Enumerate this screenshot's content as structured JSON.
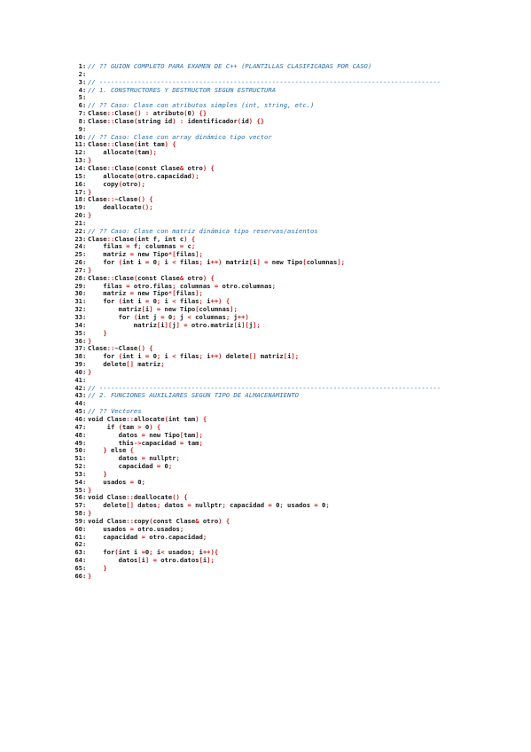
{
  "document": {
    "lines": [
      {
        "n": "1",
        "t": "// ?? GUION COMPLETO PARA EXAMEN DE C++ (PLANTILLAS CLASIFICADAS POR CASO)"
      },
      {
        "n": "2",
        "t": ""
      },
      {
        "n": "3",
        "t": "// -----------------------------------------------------------------------------------------"
      },
      {
        "n": "4",
        "t": "// 1. CONSTRUCTORES Y DESTRUCTOR SEGÚN ESTRUCTURA"
      },
      {
        "n": "5",
        "t": ""
      },
      {
        "n": "6",
        "t": "// ?? Caso: Clase con atributos simples (int, string, etc.)"
      },
      {
        "n": "7",
        "t": "Clase::Clase() : atributo(0) {}"
      },
      {
        "n": "8",
        "t": "Clase::Clase(string id) : identificador(id) {}"
      },
      {
        "n": "9",
        "t": ""
      },
      {
        "n": "10",
        "t": "// ?? Caso: Clase con array dinámico tipo vector"
      },
      {
        "n": "11",
        "t": "Clase::Clase(int tam) {"
      },
      {
        "n": "12",
        "t": "    allocate(tam);"
      },
      {
        "n": "13",
        "t": "}"
      },
      {
        "n": "14",
        "t": "Clase::Clase(const Clase& otro) {"
      },
      {
        "n": "15",
        "t": "    allocate(otro.capacidad);"
      },
      {
        "n": "16",
        "t": "    copy(otro);"
      },
      {
        "n": "17",
        "t": "}"
      },
      {
        "n": "18",
        "t": "Clase::~Clase() {"
      },
      {
        "n": "19",
        "t": "    deallocate();"
      },
      {
        "n": "20",
        "t": "}"
      },
      {
        "n": "21",
        "t": ""
      },
      {
        "n": "22",
        "t": "// ?? Caso: Clase con matriz dinámica tipo reservas/asientos"
      },
      {
        "n": "23",
        "t": "Clase::Clase(int f, int c) {"
      },
      {
        "n": "24",
        "t": "    filas = f; columnas = c;"
      },
      {
        "n": "25",
        "t": "    matriz = new Tipo*[filas];"
      },
      {
        "n": "26",
        "t": "    for (int i = 0; i < filas; i++) matriz[i] = new Tipo[columnas];"
      },
      {
        "n": "27",
        "t": "}"
      },
      {
        "n": "28",
        "t": "Clase::Clase(const Clase& otro) {"
      },
      {
        "n": "29",
        "t": "    filas = otro.filas; columnas = otro.columnas;"
      },
      {
        "n": "30",
        "t": "    matriz = new Tipo*[filas];"
      },
      {
        "n": "31",
        "t": "    for (int i = 0; i < filas; i++) {"
      },
      {
        "n": "32",
        "t": "        matriz[i] = new Tipo[columnas];"
      },
      {
        "n": "33",
        "t": "        for (int j = 0; j < columnas; j++)"
      },
      {
        "n": "34",
        "t": "            matriz[i][j] = otro.matriz[i][j];"
      },
      {
        "n": "35",
        "t": "    }"
      },
      {
        "n": "36",
        "t": "}"
      },
      {
        "n": "37",
        "t": "Clase::~Clase() {"
      },
      {
        "n": "38",
        "t": "    for (int i = 0; i < filas; i++) delete[] matriz[i];"
      },
      {
        "n": "39",
        "t": "    delete[] matriz;"
      },
      {
        "n": "40",
        "t": "}"
      },
      {
        "n": "41",
        "t": ""
      },
      {
        "n": "42",
        "t": "// -----------------------------------------------------------------------------------------"
      },
      {
        "n": "43",
        "t": "// 2. FUNCIONES AUXILIARES SEGÚN TIPO DE ALMACENAMIENTO"
      },
      {
        "n": "44",
        "t": ""
      },
      {
        "n": "45",
        "t": "// ?? Vectores"
      },
      {
        "n": "46",
        "t": "void Clase::allocate(int tam) {"
      },
      {
        "n": "47",
        "t": "     if (tam > 0) {"
      },
      {
        "n": "48",
        "t": "        datos = new Tipo[tam];"
      },
      {
        "n": "49",
        "t": "        this->capacidad = tam;"
      },
      {
        "n": "50",
        "t": "    } else {"
      },
      {
        "n": "51",
        "t": "        datos = nullptr;"
      },
      {
        "n": "52",
        "t": "        capacidad = 0;"
      },
      {
        "n": "53",
        "t": "    }"
      },
      {
        "n": "54",
        "t": "    usados = 0;"
      },
      {
        "n": "55",
        "t": "}"
      },
      {
        "n": "56",
        "t": "void Clase::deallocate() {"
      },
      {
        "n": "57",
        "t": "    delete[] datos; datos = nullptr; capacidad = 0; usados = 0;"
      },
      {
        "n": "58",
        "t": "}"
      },
      {
        "n": "59",
        "t": "void Clase::copy(const Clase& otro) {"
      },
      {
        "n": "60",
        "t": "    usados = otro.usados;"
      },
      {
        "n": "61",
        "t": "    capacidad = otro.capacidad;"
      },
      {
        "n": "62",
        "t": ""
      },
      {
        "n": "63",
        "t": "    for(int i =0; i< usados; i++){"
      },
      {
        "n": "64",
        "t": "        datos[i] = otro.datos[i];"
      },
      {
        "n": "65",
        "t": "    }"
      },
      {
        "n": "66",
        "t": "}"
      }
    ]
  },
  "colors": {
    "comment": "#2b6ea8",
    "punctuation": "#cc1f1f",
    "text": "#1a1a1a"
  }
}
